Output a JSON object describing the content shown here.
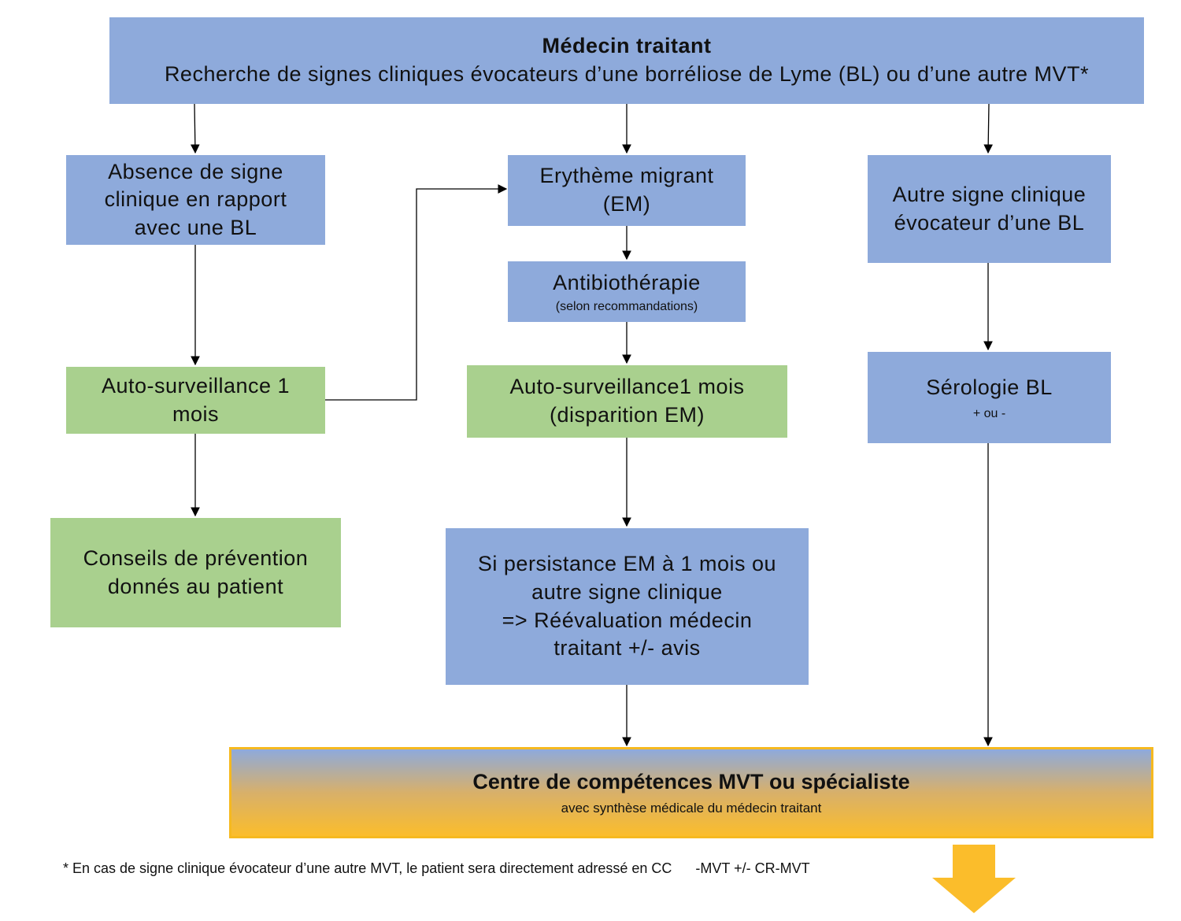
{
  "top": {
    "title": "Médecin traitant",
    "subtitle": "Recherche de signes cliniques évocateurs d’une borréliose de Lyme (BL) ou d’une autre MVT*"
  },
  "left": {
    "absence": [
      "Absence de signe",
      "clinique en rapport",
      "avec une BL"
    ],
    "auto": [
      "Auto-surveillance 1",
      "mois"
    ],
    "conseils": [
      "Conseils de prévention",
      "donnés au patient"
    ]
  },
  "middle": {
    "em": [
      "Erythème migrant",
      "(EM)"
    ],
    "antibio": "Antibiothérapie",
    "antibio_note": "(selon recommandations)",
    "auto": [
      "Auto-surveillance1 mois",
      "(disparition EM)"
    ],
    "persistance": [
      "Si persistance EM à 1 mois ou",
      "autre signe clinique",
      "=> Réévaluation médecin",
      "traitant +/-  avis"
    ]
  },
  "right": {
    "autre": [
      "Autre signe clinique",
      "évocateur d’une BL"
    ],
    "serologie": "Sérologie BL",
    "serologie_note": "+ ou -"
  },
  "final": {
    "title": "Centre de compétences MVT ou spécialiste",
    "subtitle": "avec synthèse médicale du médecin traitant"
  },
  "footnote": "* En cas de signe clinique évocateur d’une autre MVT, le patient sera directement adressé en CC      -MVT +/- CR-MVT",
  "colors": {
    "blue_box": "#8eaadb",
    "green_box": "#a9d08e",
    "gold": "#fbbd2b"
  }
}
